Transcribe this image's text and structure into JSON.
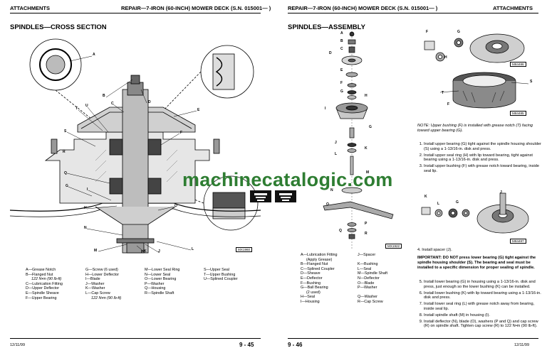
{
  "left": {
    "header_left": "ATTACHMENTS",
    "header_right": "REPAIR—7-IRON (60-INCH) MOWER DECK (S.N. 015001—    )",
    "section_title": "SPINDLES—CROSS SECTION",
    "figure_id": "MX1960",
    "callouts": [
      "A",
      "B",
      "C",
      "D",
      "E",
      "F",
      "G",
      "H",
      "I",
      "J",
      "K",
      "L",
      "M",
      "N",
      "O",
      "P",
      "Q",
      "R",
      "S",
      "T",
      "U"
    ],
    "legend_col1": [
      {
        "label": "A—Grease Notch"
      },
      {
        "label": "B—Flanged Nut",
        "sub": "122 N•m (90 lb-ft)"
      },
      {
        "label": "C—Lubrication Fitting"
      },
      {
        "label": "D—Upper Deflector"
      },
      {
        "label": "E—Spindle Sheave"
      },
      {
        "label": "F—Upper Bearing"
      }
    ],
    "legend_col2": [
      {
        "label": "G—Screw (6 used)"
      },
      {
        "label": "H—Lower Deflector"
      },
      {
        "label": "I—Blade"
      },
      {
        "label": "J—Washer"
      },
      {
        "label": "K—Washer"
      },
      {
        "label": "L—Cap Screw",
        "sub": "122 N•m (90 lb-ft)"
      }
    ],
    "legend_col3": [
      {
        "label": "M—Lower Seal Ring"
      },
      {
        "label": "N—Lower Seal"
      },
      {
        "label": "O—Lower Bearing"
      },
      {
        "label": "P—Washer"
      },
      {
        "label": "Q—Housing"
      },
      {
        "label": "R—Spindle Shaft"
      }
    ],
    "legend_col4": [
      {
        "label": "S—Upper Seal"
      },
      {
        "label": "T—Upper Bushing"
      },
      {
        "label": "U—Splined Coupler"
      }
    ],
    "footer_date": "12/11/99",
    "page_number": "9 - 45"
  },
  "right": {
    "header_left": "REPAIR—7-IRON (60-INCH) MOWER DECK (S.N. 015001—    )",
    "header_right": "ATTACHMENTS",
    "section_title": "SPINDLES—ASSEMBLY",
    "figure_ids": [
      "MX1922",
      "M84486",
      "M84485",
      "M84487"
    ],
    "legend_col1": [
      {
        "label": "A—Lubrication Fitting",
        "sub": "(Apply Grease)"
      },
      {
        "label": "B—Flanged Nut"
      },
      {
        "label": "C—Splined Coupler"
      },
      {
        "label": "D—Sheave"
      },
      {
        "label": "E—Deflector"
      },
      {
        "label": "F—Bushing"
      },
      {
        "label": "G—Ball Bearing",
        "sub": "(2 used)"
      },
      {
        "label": "H—Seal"
      },
      {
        "label": "I—Housing"
      }
    ],
    "legend_col2": [
      {
        "label": "J—Spacer"
      },
      {
        "label": "K—Bushing"
      },
      {
        "label": "L—Seal"
      },
      {
        "label": "M—Spindle Shaft"
      },
      {
        "label": "N—Deflector"
      },
      {
        "label": "O—Blade"
      },
      {
        "label": "P—Washer"
      },
      {
        "label": "Q—Washer"
      },
      {
        "label": "R—Cap Screw"
      }
    ],
    "note": "NOTE:  Upper bushing (F) is installed with grease notch (T) facing toward upper bearing (G).",
    "steps_a": [
      "Install upper bearing (G) tight against the spindle housing shoulder (S) using a 1-13/16-in. disk and press.",
      "Install upper seal ring (H) with lip toward bearing, tight against bearing using a 1-13/16-in. disk and press.",
      "Install upper bushing (F) with grease notch toward bearing, inside seal lip."
    ],
    "step4": "Install spacer (J).",
    "important": "IMPORTANT:  DO NOT press lower bearing (G) tight against the spindle housing shoulder (S). The bearing and seal must be installed to a specific dimension for proper sealing of spindle.",
    "steps_b": [
      "Install lower bearing (G) in housing using a 1-13/16-in. disk and press, just enough so the lower bushing (K) can be installed.",
      "Install lower bushing (K) with lip toward bearing using a 1-13/16-in. disk and press.",
      "Install lower seal ring (L) with grease notch away from bearing, inside seal lip.",
      "Install spindle shaft (M) in housing (I).",
      "Install deflector (N), blade (O), washers (P and Q) and cap screw (R) on spindle shaft. Tighten cap screw (R) to 122 N•m (90 lb-ft)."
    ],
    "footer_date": "12/11/99",
    "page_number": "9 - 46"
  },
  "watermark": "machinecatalogic.com"
}
